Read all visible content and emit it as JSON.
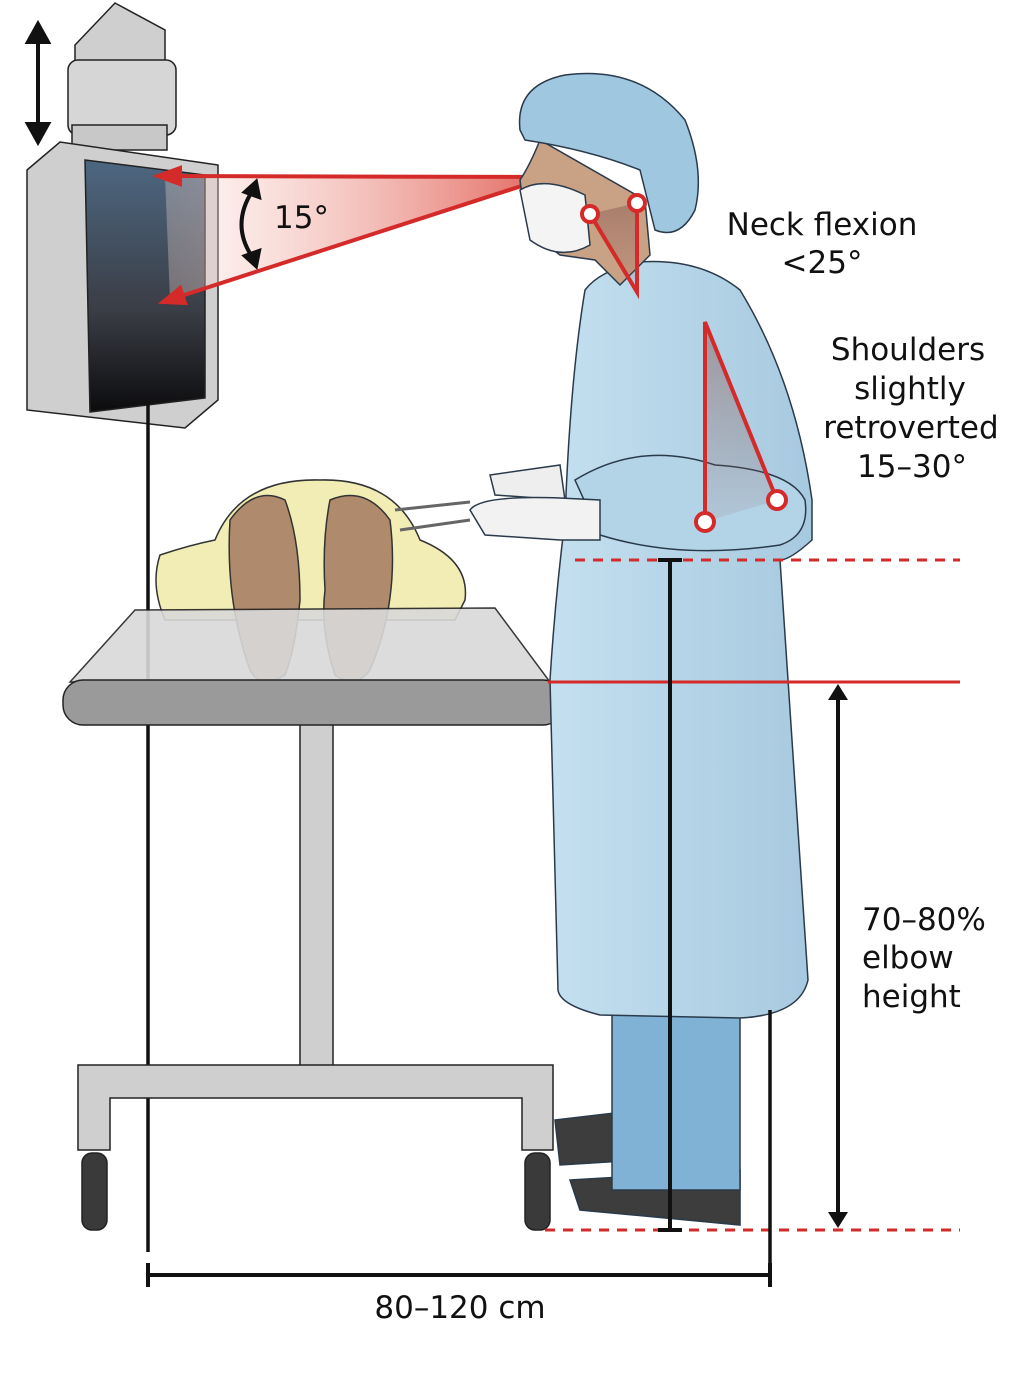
{
  "labels": {
    "gaze_angle": "15°",
    "neck_title": "Neck flexion",
    "neck_value": "<25°",
    "shoulders_line1": "Shoulders",
    "shoulders_line2": "slightly",
    "shoulders_line3": "retroverted",
    "shoulders_value": "15–30°",
    "height_value": "70–80%",
    "height_line2": "elbow",
    "height_line3": "height",
    "distance": "80–120 cm"
  },
  "colors": {
    "marker_red": "#d42a2a",
    "gown_blue": "#b9d9ec",
    "drape_yellow": "#f1edb4",
    "skin": "#b08a6c",
    "table_gray": "#d9d9d9"
  }
}
